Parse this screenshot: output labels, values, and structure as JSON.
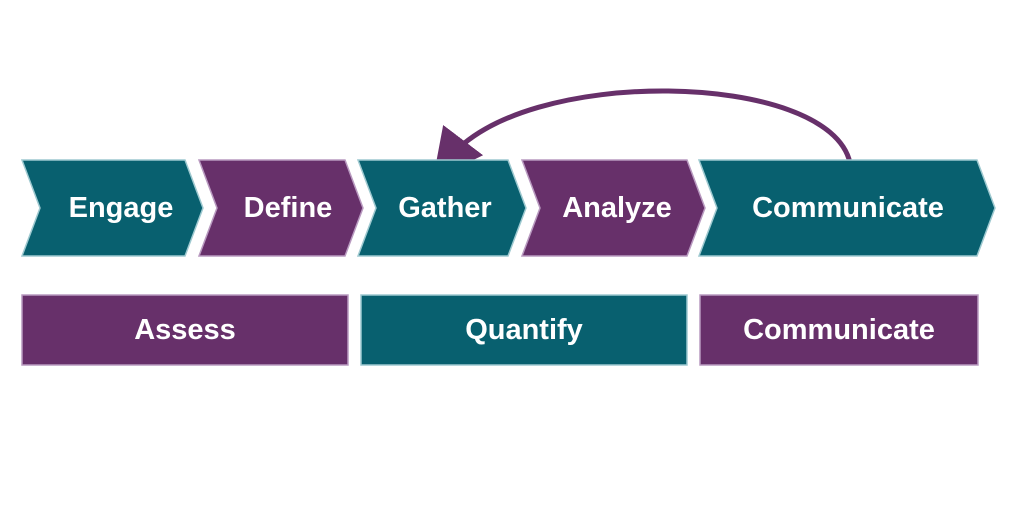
{
  "colors": {
    "teal": "#08606f",
    "purple": "#67306a",
    "teal_border": "#9ec9d0",
    "purple_border": "#b99ac0",
    "text": "#ffffff",
    "loop_arrow": "#67306a"
  },
  "steps": [
    {
      "label": "Engage",
      "color": "teal"
    },
    {
      "label": "Define",
      "color": "purple"
    },
    {
      "label": "Gather",
      "color": "teal"
    },
    {
      "label": "Analyze",
      "color": "purple"
    },
    {
      "label": "Communicate",
      "color": "teal"
    }
  ],
  "phases": [
    {
      "label": "Assess",
      "color": "purple"
    },
    {
      "label": "Quantify",
      "color": "teal"
    },
    {
      "label": "Communicate",
      "color": "purple"
    }
  ],
  "loop_arrow": {
    "from": "Communicate",
    "to": "Gather",
    "icon": "curved-return-arrow-icon"
  }
}
